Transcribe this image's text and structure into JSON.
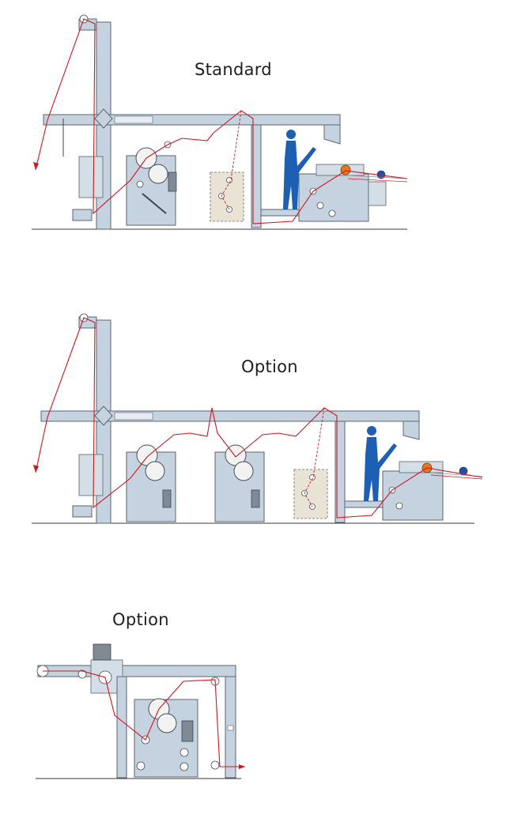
{
  "captions": {
    "standard": "Standard",
    "option_1": "Option",
    "option_2": "Option"
  },
  "colors": {
    "frame": "#c4d3df",
    "web_path": "#d6141c",
    "operator": "#1d5fb3",
    "background": "#ffffff"
  }
}
